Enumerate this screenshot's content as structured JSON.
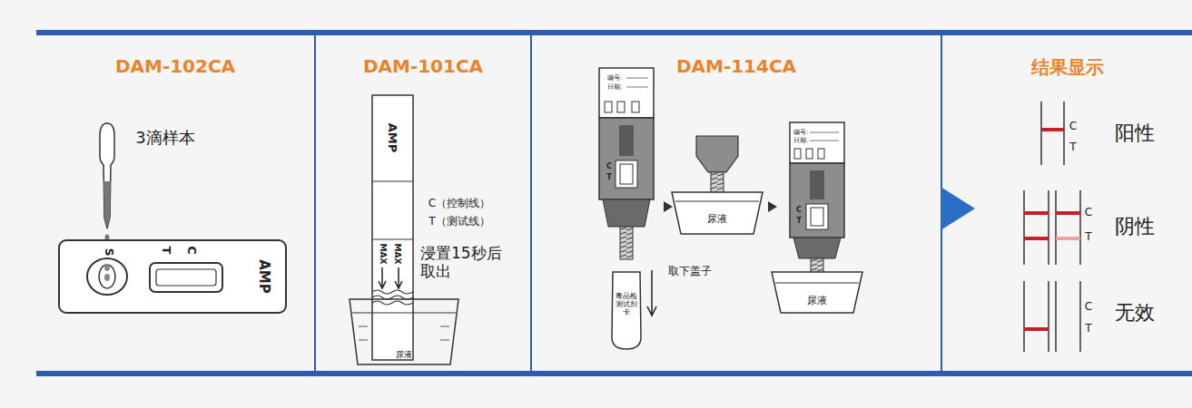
{
  "diagram": {
    "nodes": [
      {
        "text": [
          "DAM-102CA"
        ]
      },
      {
        "text": [
          "DAM-101CA"
        ]
      },
      {
        "text": [
          "DAM-114CA"
        ]
      },
      {
        "text": [
          "结果显示"
        ]
      }
    ],
    "labels": [
      "3滴样本",
      "S",
      "T",
      "C",
      "AMP",
      "AMP",
      "C（控制线）",
      "T（测试线）",
      "MAX",
      "MAX",
      "浸置15秒后 取出",
      "尿液",
      "编号:",
      "日期:",
      "C",
      "T",
      "取下盖子",
      "毒品检测试剂卡",
      "尿液",
      "编号:",
      "日期:",
      "C",
      "T",
      "尿液",
      "C",
      "T",
      "阳性",
      "C",
      "T",
      "阴性",
      "C",
      "T",
      "无效"
    ]
  }
}
